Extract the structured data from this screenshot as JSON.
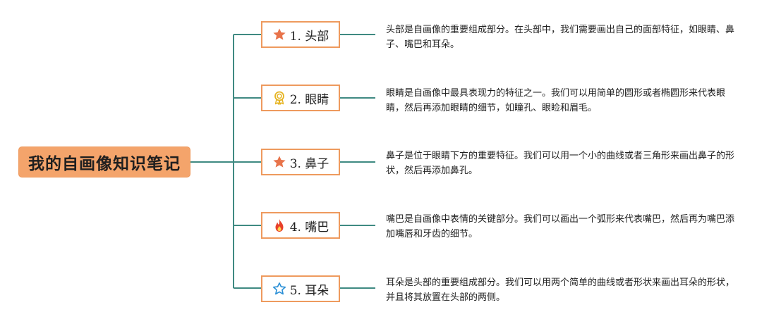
{
  "root": {
    "label": "我的自画像知识笔记"
  },
  "nodes": [
    {
      "label": "1. 头部",
      "icon": "star-filled-icon",
      "description": "头部是自画像的重要组成部分。在头部中，我们需要画出自己的面部特征，如眼睛、鼻子、嘴巴和耳朵。"
    },
    {
      "label": "2. 眼睛",
      "icon": "award-medal-icon",
      "description": "眼睛是自画像中最具表现力的特征之一。我们可以用简单的圆形或者椭圆形来代表眼睛，然后再添加眼睛的细节，如瞳孔、眼睑和眉毛。"
    },
    {
      "label": "3. 鼻子",
      "icon": "star-filled-icon",
      "description": "鼻子是位于眼睛下方的重要特征。我们可以用一个小的曲线或者三角形来画出鼻子的形状，然后再添加鼻孔。"
    },
    {
      "label": "4. 嘴巴",
      "icon": "flame-icon",
      "description": "嘴巴是自画像中表情的关键部分。我们可以画出一个弧形来代表嘴巴，然后再为嘴巴添加嘴唇和牙齿的细节。"
    },
    {
      "label": "5. 耳朵",
      "icon": "star-outline-icon",
      "description": "耳朵是头部的重要组成部分。我们可以用两个简单的曲线或者形状来画出耳朵的形状，并且将其放置在头部的两侧。"
    }
  ],
  "colors": {
    "root_fill": "#f4a46b",
    "node_border": "#ee9a5e",
    "connector": "#3f8a82",
    "star_fill": "#e8734a",
    "medal": "#e6b422",
    "flame": "#e8402a",
    "star_outline": "#2a8fd6"
  }
}
